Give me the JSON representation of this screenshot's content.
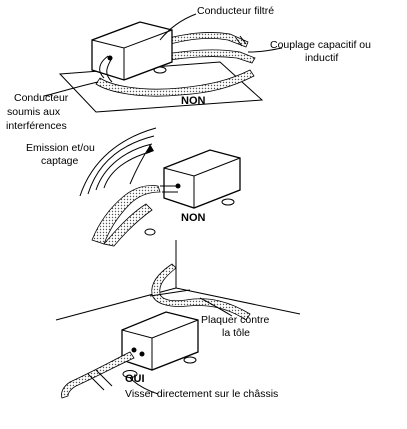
{
  "labels": {
    "filtered_conductor": "Conducteur filtré",
    "coupling": "Couplage capacitif ou",
    "coupling2": "inductif",
    "disturbed1": "Conducteur",
    "disturbed2": "soumis aux",
    "disturbed3": "interférences",
    "verdict1": "NON",
    "emission1": "Emission et/ou",
    "emission2": "captage",
    "verdict2": "NON",
    "press1": "Plaquer contre",
    "press2": "la tôle",
    "verdict3": "OUI",
    "screw": "Visser directement sur le châssis"
  }
}
